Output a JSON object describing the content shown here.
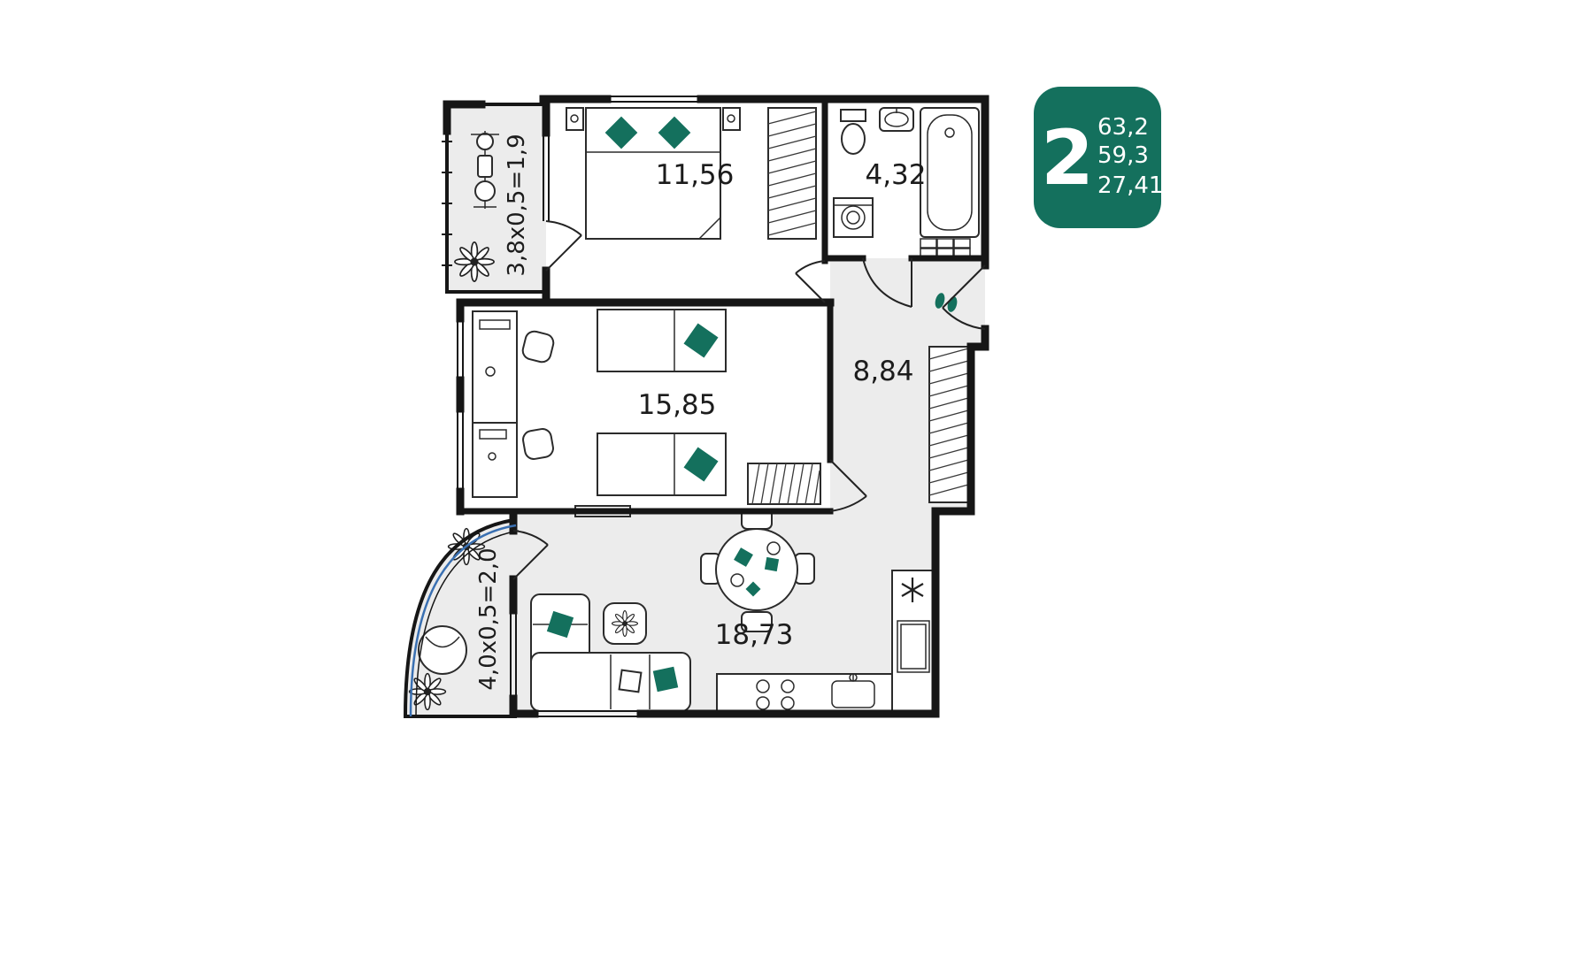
{
  "badge": {
    "room_count": "2",
    "values": [
      "63,2",
      "59,3",
      "27,41"
    ]
  },
  "labels": {
    "bedroom1": "11,56",
    "bathroom": "4,32",
    "bedroom2": "15,85",
    "hallway": "8,84",
    "living": "18,73",
    "balcony_top": "3,8х0,5=1,9",
    "balcony_bottom": "4,0х0,5=2,0"
  },
  "colors": {
    "accent": "#14705d",
    "wall": "#161616",
    "room_fill": "#ececec",
    "glass_blue": "#3a70b2"
  },
  "icons": {
    "bed-double-icon": "top-view double bed with two pillows",
    "bed-single-icon": "top-view single bed with pillow",
    "wardrobe-icon": "hatched rectangle",
    "desk-icon": "desk with chair",
    "bathtub-icon": "rounded tub",
    "toilet-icon": "tank and bowl",
    "sink-icon": "basin",
    "washing-machine-icon": "square with drum circle",
    "cabinet-icon": "3x2 grid",
    "slippers-icon": "two ellipses",
    "dining-table-icon": "round table with four chairs",
    "sofa-icon": "L-shaped sofa",
    "coffee-table-icon": "square table with plant",
    "stove-icon": "four burner circles",
    "kitchen-sink-icon": "basin with faucet",
    "snowflake-icon": "six-spoke asterisk",
    "plant-icon": "flower",
    "hanging-chair-icon": "round chair",
    "exercise-machine-icon": "exercise equipment",
    "door-icon": "quarter-arc swing",
    "window-icon": "double line"
  }
}
